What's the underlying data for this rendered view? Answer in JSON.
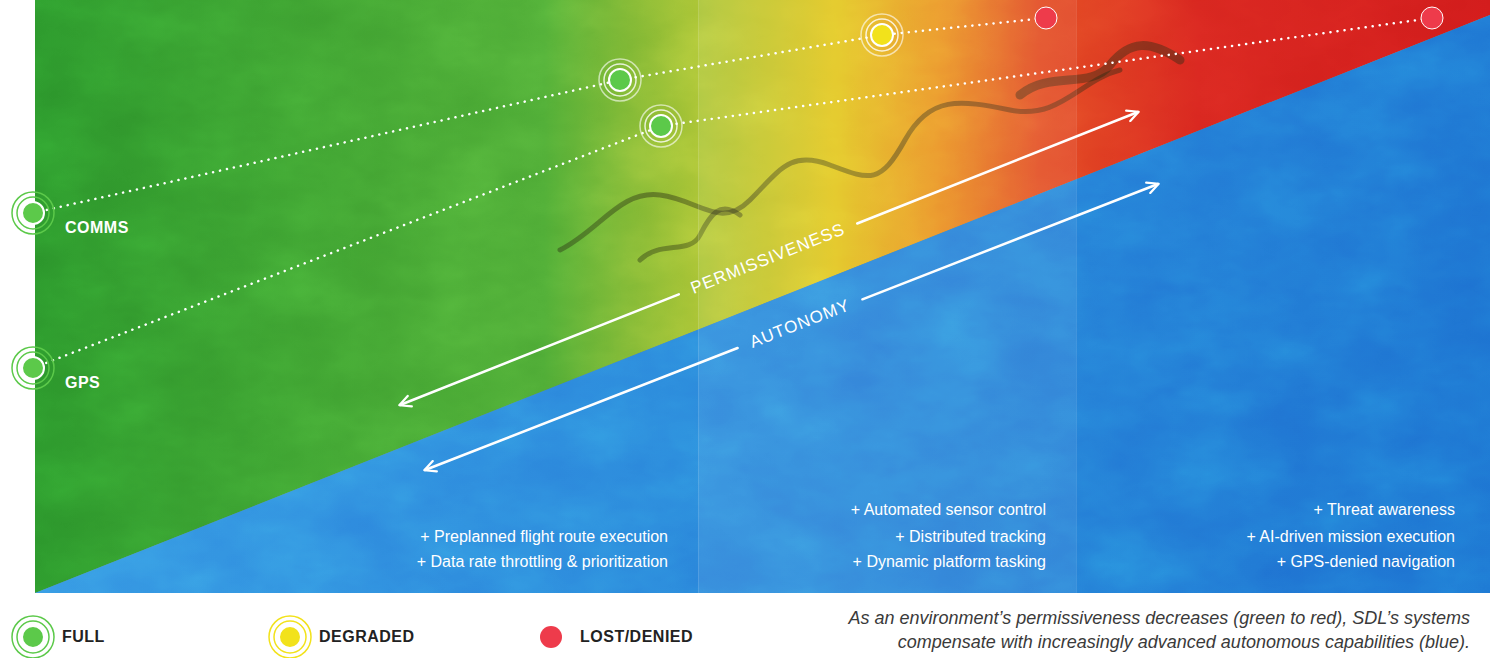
{
  "diagram": {
    "caption": "As an environment’s permissiveness decreases (green to red), SDL’s systems compensate with increasingly advanced autonomous capabilities (blue).",
    "labels": [
      "COMMS",
      "GPS",
      "PERMISSIVENESS",
      "AUTONOMY",
      "+ Preplanned flight route execution",
      "+ Data rate throttling & prioritization",
      "+ Automated sensor control",
      "+ Distributed tracking",
      "+ Dynamic platform tasking",
      "+ Threat awareness",
      "+ AI-driven mission execution",
      "+ GPS-denied navigation"
    ],
    "legend": [
      {
        "text": "FULL",
        "color": "#5cc94a"
      },
      {
        "text": "DEGRADED",
        "color": "#f2e21b"
      },
      {
        "text": "LOST/DENIED",
        "color": "#ee3b4b"
      }
    ]
  }
}
